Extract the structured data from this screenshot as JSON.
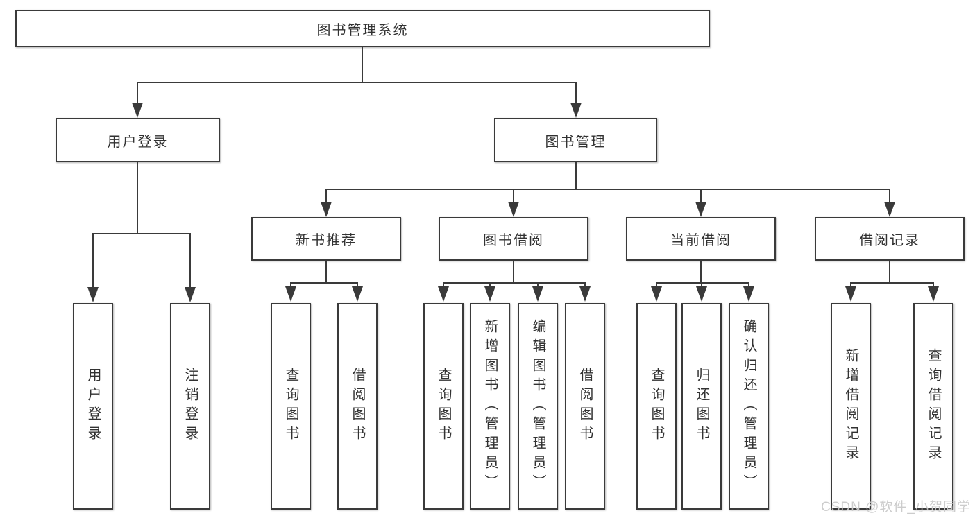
{
  "diagram": {
    "root_label": "图书管理系统",
    "level2": [
      "用户登录",
      "图书管理"
    ],
    "level3": [
      "新书推荐",
      "图书借阅",
      "当前借阅",
      "借阅记录"
    ],
    "leaves_user": [
      "用户登录",
      "注销登录"
    ],
    "leaves_newbook": [
      "查询图书",
      "借阅图书"
    ],
    "leaves_borrow": [
      "查询图书",
      "新增图书（管理员）",
      "编辑图书（管理员）",
      "借阅图书"
    ],
    "leaves_current": [
      "查询图书",
      "归还图书",
      "确认归还（管理员）"
    ],
    "leaves_record": [
      "新增借阅记录",
      "查询借阅记录"
    ]
  },
  "watermark": "CSDN @软件_小贺同学",
  "colors": {
    "line": "#3a3a3a",
    "text": "#323232",
    "watermark": "#c9c9c9",
    "background": "#ffffff"
  }
}
